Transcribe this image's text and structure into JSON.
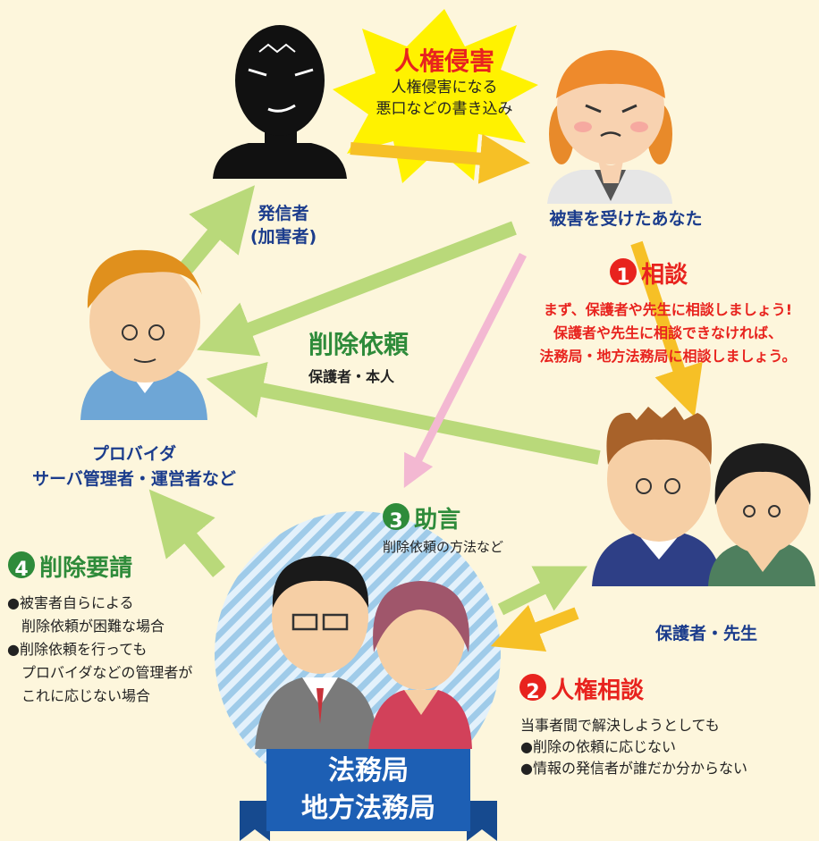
{
  "infringement": {
    "title": "人権侵害",
    "line1": "人権侵害になる",
    "line2": "悪口などの書き込み"
  },
  "sender": {
    "line1": "発信者",
    "line2": "(加害者)"
  },
  "victim": {
    "label": "被害を受けたあなた"
  },
  "provider": {
    "line1": "プロバイダ",
    "line2": "サーバ管理者・運営者など"
  },
  "guardian": {
    "label": "保護者・先生"
  },
  "bureau": {
    "line1": "法務局",
    "line2": "地方法務局"
  },
  "delete_request": {
    "title": "削除依頼",
    "sub": "保護者・本人"
  },
  "step1": {
    "num": "1",
    "title": "相談",
    "lines": [
      "まず、保護者や先生に相談しましょう!",
      "保護者や先生に相談できなければ、",
      "法務局・地方法務局に相談しましょう。"
    ]
  },
  "step2": {
    "num": "2",
    "title": "人権相談",
    "lines": [
      "当事者間で解決しようとしても",
      "●削除の依頼に応じない",
      "●情報の発信者が誰だか分からない"
    ]
  },
  "step3": {
    "num": "3",
    "title": "助言",
    "sub": "削除依頼の方法など"
  },
  "step4": {
    "num": "4",
    "title": "削除要請",
    "lines": [
      "●被害者自らによる",
      "　削除依頼が困難な場合",
      "●削除依頼を行っても",
      "　プロバイダなどの管理者が",
      "　これに応じない場合"
    ]
  },
  "colors": {
    "background": "#fdf6dc",
    "label_blue": "#1b3c8c",
    "accent_red": "#e8231e",
    "accent_green": "#2e8b3a",
    "arrow_green": "#b9d97a",
    "arrow_yellow": "#f6c026",
    "arrow_pink": "#f3b8d2",
    "ribbon_blue": "#1d5fb4"
  }
}
